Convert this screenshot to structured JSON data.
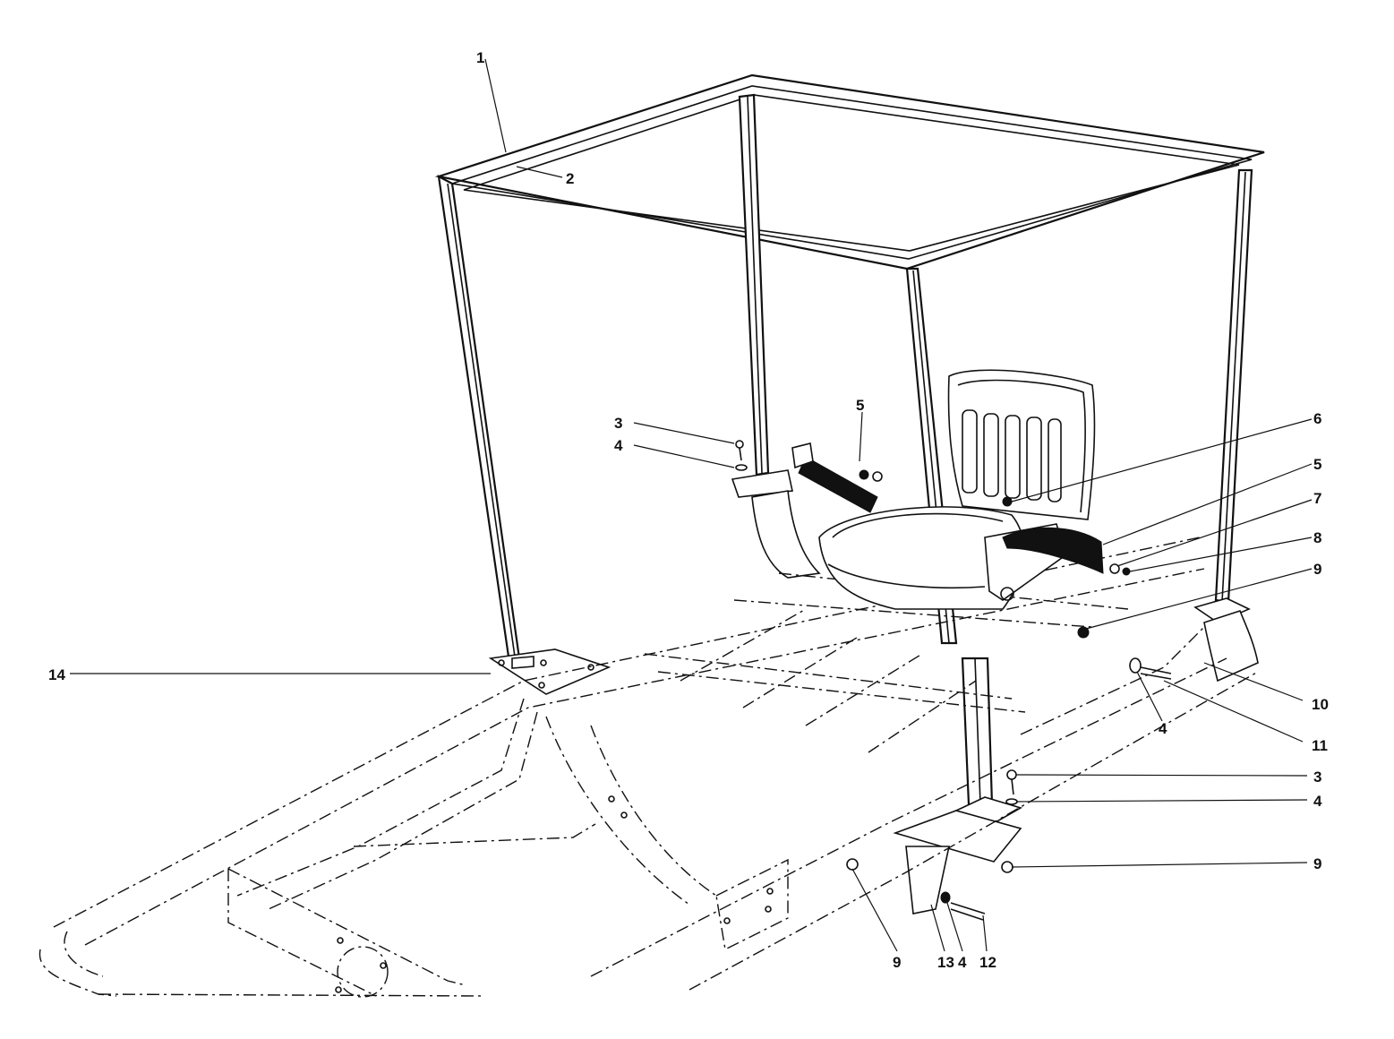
{
  "figure": {
    "type": "exploded-parts-diagram",
    "subject": "roll cage frame and seat mounted on vehicle chassis",
    "callouts": [
      {
        "id": "c1",
        "label": "1"
      },
      {
        "id": "c2",
        "label": "2"
      },
      {
        "id": "c3a",
        "label": "3"
      },
      {
        "id": "c4a",
        "label": "4"
      },
      {
        "id": "c5a",
        "label": "5"
      },
      {
        "id": "c6",
        "label": "6"
      },
      {
        "id": "c5b",
        "label": "5"
      },
      {
        "id": "c7",
        "label": "7"
      },
      {
        "id": "c8",
        "label": "8"
      },
      {
        "id": "c9a",
        "label": "9"
      },
      {
        "id": "c10",
        "label": "10"
      },
      {
        "id": "c11",
        "label": "11"
      },
      {
        "id": "c4b",
        "label": "4"
      },
      {
        "id": "c14",
        "label": "14"
      },
      {
        "id": "c3b",
        "label": "3"
      },
      {
        "id": "c4c",
        "label": "4"
      },
      {
        "id": "c9b",
        "label": "9"
      },
      {
        "id": "c9c",
        "label": "9"
      },
      {
        "id": "c13",
        "label": "13"
      },
      {
        "id": "c4d",
        "label": "4"
      },
      {
        "id": "c12",
        "label": "12"
      }
    ]
  }
}
